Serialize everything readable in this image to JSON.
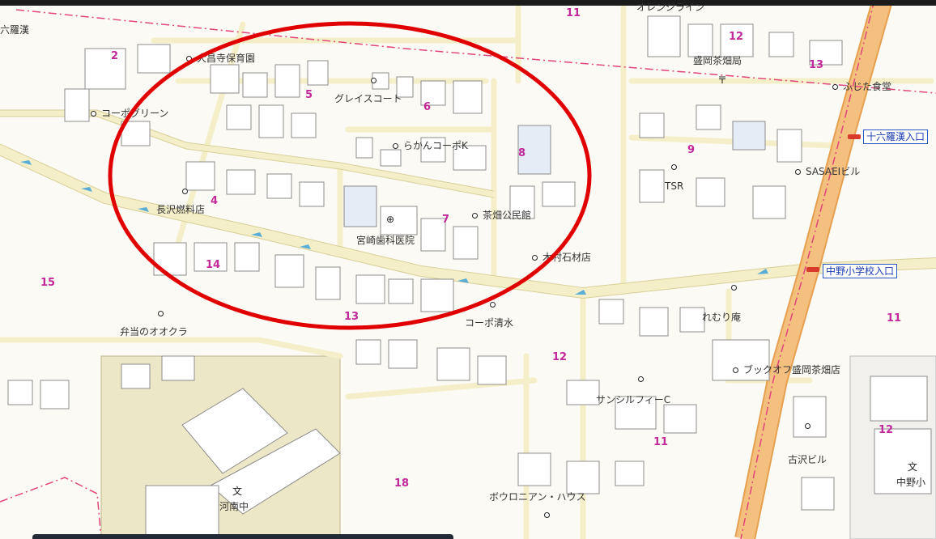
{
  "top_labels": {
    "upper_left": "六羅漢",
    "upper_center": "オレンジライン"
  },
  "places": [
    {
      "id": "oyorinji",
      "text": "大昌寺保育園"
    },
    {
      "id": "grace",
      "text": "グレイスコート"
    },
    {
      "id": "kohogreen",
      "text": "コーポグリーン"
    },
    {
      "id": "rakan",
      "text": "らかんコーポK"
    },
    {
      "id": "nagasawa",
      "text": "長沢燃料店"
    },
    {
      "id": "miyazaki",
      "text": "宮崎歯科医院"
    },
    {
      "id": "chabata_kominkan",
      "text": "茶畑公民館"
    },
    {
      "id": "kimura",
      "text": "木村石材店"
    },
    {
      "id": "bento",
      "text": "弁当のオオクラ"
    },
    {
      "id": "kopo_shimizu",
      "text": "コーポ清水"
    },
    {
      "id": "remuri",
      "text": "れむり庵"
    },
    {
      "id": "tsr",
      "text": "TSR"
    },
    {
      "id": "sasaei",
      "text": "SASAEIビル"
    },
    {
      "id": "fujita",
      "text": "ふじた食堂"
    },
    {
      "id": "post",
      "text": "盛岡茶畑局"
    },
    {
      "id": "bookoff",
      "text": "ブックオフ盛岡茶畑店"
    },
    {
      "id": "sunsilfy",
      "text": "サンシルフィーC"
    },
    {
      "id": "furusawa",
      "text": "古沢ビル"
    },
    {
      "id": "nakano_es",
      "text": "中野小"
    },
    {
      "id": "konan",
      "text": "河南中"
    },
    {
      "id": "bologna",
      "text": "ボウロニアン・ハウス"
    }
  ],
  "bus_stops": [
    {
      "id": "juroku",
      "text": "十六羅漢入口"
    },
    {
      "id": "nakano",
      "text": "中野小学校入口"
    }
  ],
  "blocks": [
    "2",
    "5",
    "6",
    "8",
    "9",
    "4",
    "7",
    "14",
    "15",
    "13",
    "12",
    "11",
    "18"
  ],
  "symbols": {
    "post_office": "〒",
    "school": "文",
    "hospital": "⊕"
  },
  "colors": {
    "land": "#fbfaf4",
    "road": "#f4efc8",
    "road_edge": "#d9cf97",
    "building_edge": "#8c8c8c",
    "school_ground": "#ece7c6",
    "highway": "#f2b86d",
    "boundary": "#e0457b",
    "highlight": "#e00000",
    "block_number": "#c2289a"
  }
}
